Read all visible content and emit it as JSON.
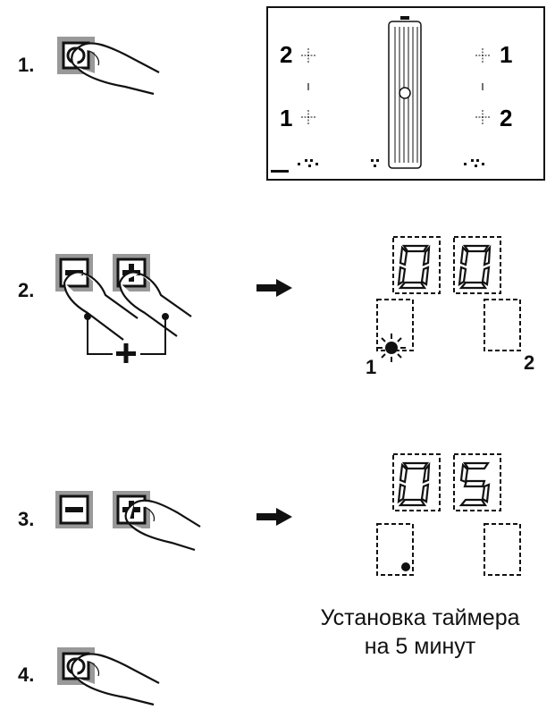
{
  "steps": [
    {
      "number": "1."
    },
    {
      "number": "2."
    },
    {
      "number": "3."
    },
    {
      "number": "4."
    }
  ],
  "hob": {
    "zone_left_top": "2",
    "zone_left_bottom": "1",
    "zone_right_top": "1",
    "zone_right_bottom": "2"
  },
  "display_step2": {
    "digit1": "0",
    "digit2": "0",
    "zone_left": "1",
    "zone_right": "2"
  },
  "display_step3": {
    "digit1": "0",
    "digit2": "5"
  },
  "caption": {
    "line1": "Установка таймера",
    "line2": "на 5 минут"
  }
}
